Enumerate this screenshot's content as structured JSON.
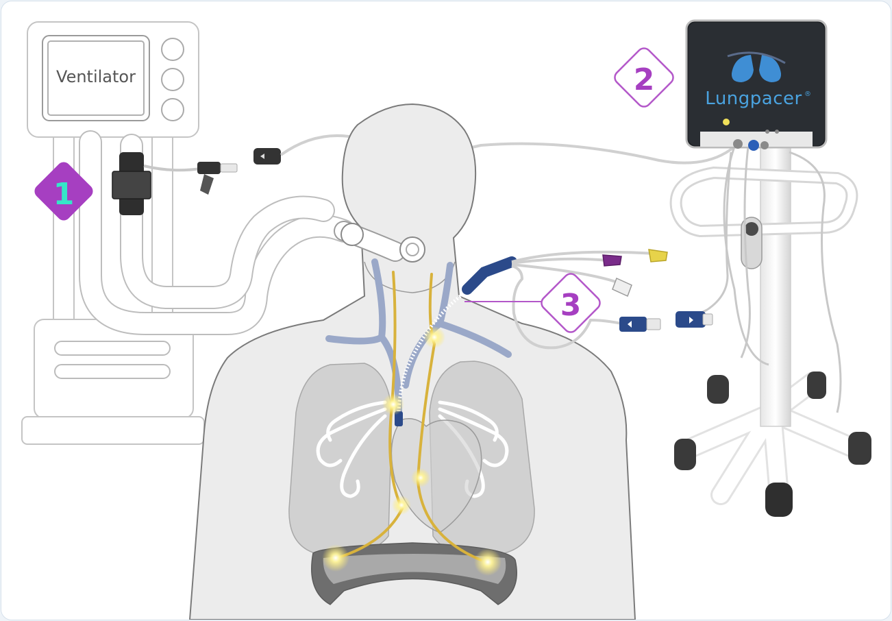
{
  "ventilator": {
    "label": "Ventilator"
  },
  "monitor": {
    "brand": "Lungpacer",
    "reg_mark": "®"
  },
  "badges": [
    {
      "number": "1",
      "style": "filled"
    },
    {
      "number": "2",
      "style": "outline"
    },
    {
      "number": "3",
      "style": "outline"
    }
  ],
  "colors": {
    "badge_fill": "#a63fc1",
    "badge_text_filled": "#35e6c8",
    "badge_outline": "#b357c9",
    "nerve": "#d8b23c",
    "vein": "#9aa8c8",
    "screen": "#2a2e33",
    "brand": "#4aa3e0"
  }
}
